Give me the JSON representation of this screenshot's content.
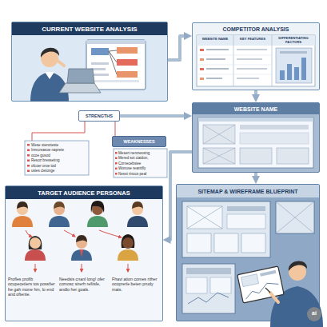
{
  "diagram": {
    "nodes": [
      {
        "text": [
          "CURRENT WEBSITE ANALYSIS"
        ]
      },
      {
        "text": [
          "STRENGTHS"
        ]
      },
      {
        "text": [
          "WEAKNESSES"
        ]
      },
      {
        "text": [
          "COMPETITOR ANALYSIS"
        ]
      },
      {
        "text": [
          "WEBSITE NAME"
        ]
      },
      {
        "text": [
          "TARGET AUDIENCE PERSONAS"
        ]
      },
      {
        "text": [
          "SITEMAP & WIREFRAME BLUEPRINT"
        ]
      }
    ],
    "edges": [
      {
        "from": 0,
        "to": 3,
        "arrow": "to"
      },
      {
        "from": 3,
        "to": 4,
        "arrow": "to"
      },
      {
        "from": 1,
        "to": 4,
        "arrow": "to"
      },
      {
        "from": 4,
        "to": 6,
        "arrow": "to"
      },
      {
        "from": 4,
        "to": 5,
        "arrow": "to"
      }
    ],
    "labels": [
      "Wese stenoteste",
      "Inrecreasoe naprete",
      "ocoe gusod",
      "Resoz bresseting",
      "ofcoer oroe tod",
      "usies cletonge",
      "Mesert neroressing",
      "Mered sot ciaidon,",
      "Cornecebsiee",
      "Wonuse reanttfly",
      "Nesst rinocs peal",
      "WEBSITE NAME",
      "KEY FEATURES",
      "DIFFERENTIATING FACTORS",
      "Profles profib ocupecetiers tos possfier he gah mone hm, lo end and oftente.",
      "Needsis cnanl long! ofer comosc sirerh refiisfe, andlo her goals.",
      "Fhavi ation comes rither ocoprerle beten prudy mats.",
      "ai"
    ]
  }
}
